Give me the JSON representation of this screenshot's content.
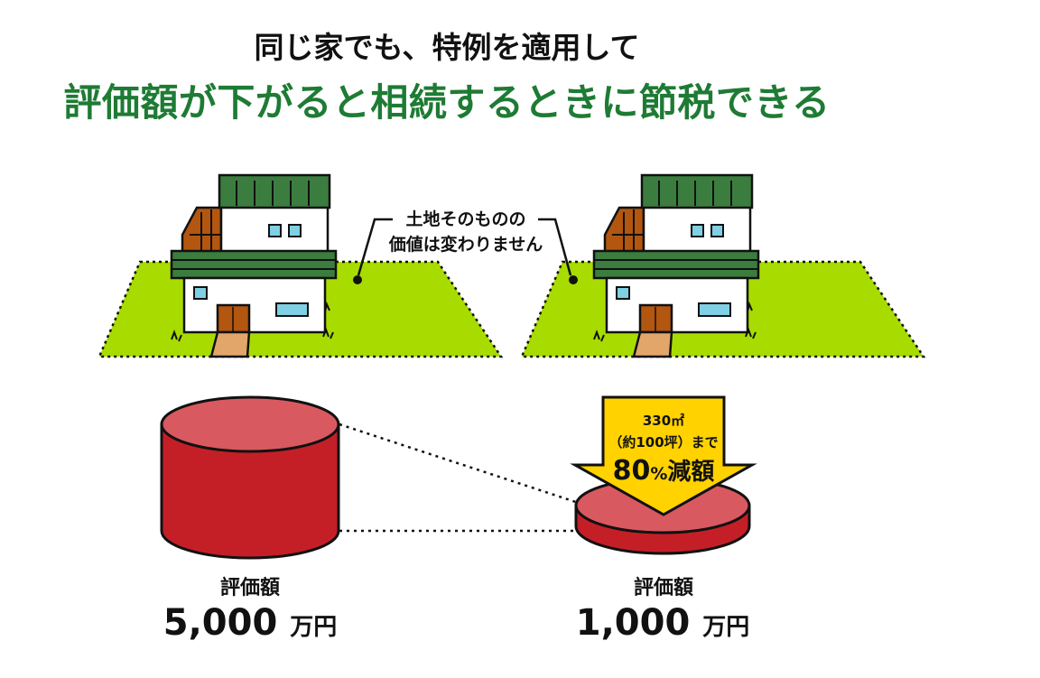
{
  "header": {
    "line1": "同じ家でも、特例を適用して",
    "line2": "評価額が下がると相続するときに節税できる"
  },
  "callout": {
    "line1": "土地そのものの",
    "line2": "価値は変わりません"
  },
  "reduction_badge": {
    "line1": "330㎡",
    "line2": "（約100坪）まで",
    "percent": "80",
    "percent_sign": "%",
    "suffix": "減額"
  },
  "left_value": {
    "label": "評価額",
    "number": "5,000",
    "unit": "万円"
  },
  "right_value": {
    "label": "評価額",
    "number": "1,000",
    "unit": "万円"
  },
  "colors": {
    "title_green": "#1e7b34",
    "lawn": "#a8dc00",
    "roof": "#3b7d3f",
    "cylinder_body": "#c41f27",
    "cylinder_top": "#d95960",
    "arrow": "#ffd200",
    "door": "#b3560f",
    "window": "#7fd0e4"
  }
}
